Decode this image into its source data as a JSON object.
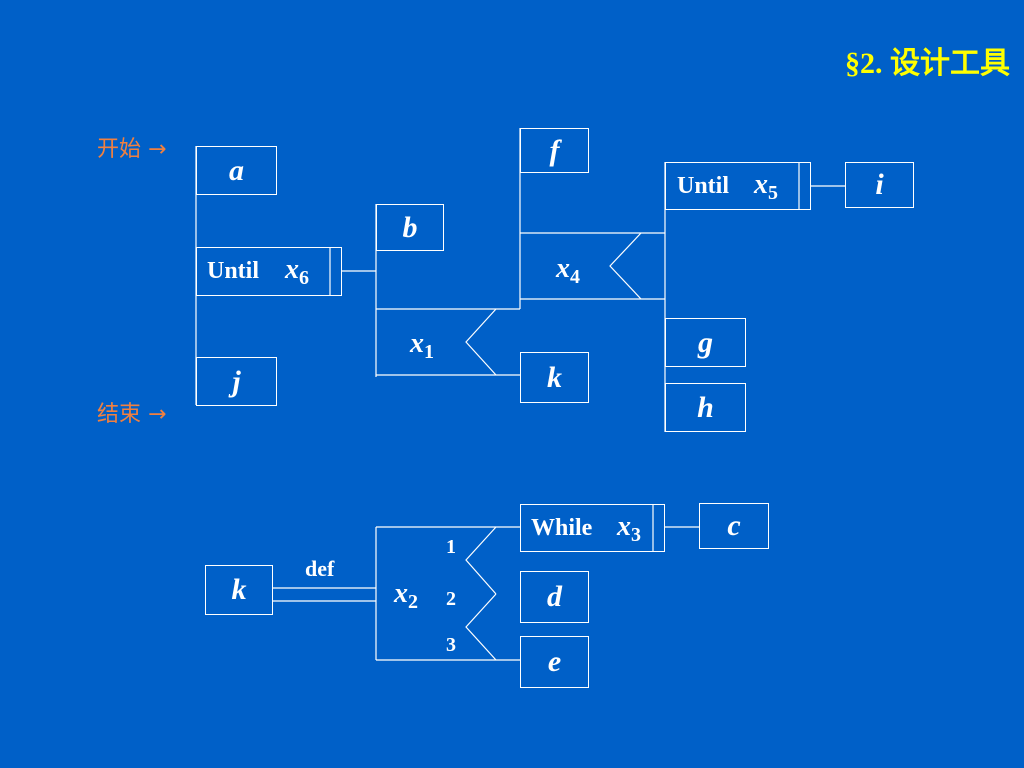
{
  "title": "§2. 设计工具",
  "labels": {
    "start": "开始",
    "end": "结束",
    "arrow": "→"
  },
  "boxes": {
    "a": "a",
    "b": "b",
    "f": "f",
    "i": "i",
    "g": "g",
    "h": "h",
    "j": "j",
    "k": "k",
    "k2": "k",
    "c": "c",
    "d": "d",
    "e": "e"
  },
  "loops": {
    "until6": {
      "keyword": "Until",
      "var": "x",
      "sub": "6"
    },
    "until5": {
      "keyword": "Until",
      "var": "x",
      "sub": "5"
    },
    "while3": {
      "keyword": "While",
      "var": "x",
      "sub": "3"
    }
  },
  "conditions": {
    "x1": {
      "var": "x",
      "sub": "1"
    },
    "x4": {
      "var": "x",
      "sub": "4"
    },
    "x2": {
      "var": "x",
      "sub": "2"
    }
  },
  "case_numbers": [
    "1",
    "2",
    "3"
  ],
  "def_label": "def"
}
